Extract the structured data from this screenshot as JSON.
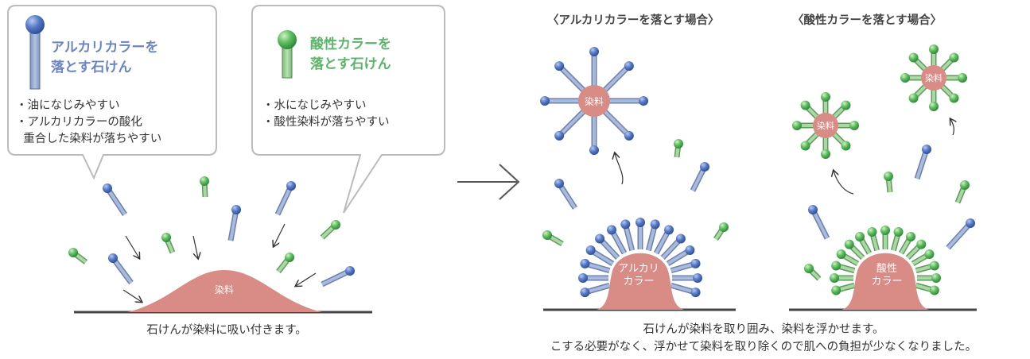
{
  "left_panel": {
    "alkali_soap": {
      "title_line1": "アルカリカラーを",
      "title_line2": "落とす石けん",
      "bullets": [
        "・油になじみやすい",
        "・アルカリカラーの酸化",
        "  重合した染料が落ちやすい"
      ],
      "color": "#6b85c4"
    },
    "acid_soap": {
      "title_line1": "酸性カラーを",
      "title_line2": "落とす石けん",
      "bullets": [
        "・水になじみやすい",
        "・酸性染料が落ちやすい"
      ],
      "color": "#5cb46a"
    },
    "dye_label": "染料",
    "caption": "石けんが染料に吸い付きます。"
  },
  "right_panel": {
    "heading_alkali": "〈アルカリカラーを落とす場合〉",
    "heading_acid": "〈酸性カラーを落とす場合〉",
    "micelle_label": "染料",
    "alkali_blob_line1": "アルカリ",
    "alkali_blob_line2": "カラー",
    "acid_blob_line1": "酸性",
    "acid_blob_line2": "カラー",
    "caption_line1": "石けんが染料を取り囲み、染料を浮かせます。",
    "caption_line2": "こする必要がなく、浮かせて染料を取り除くので肌への負担が少なくなりました。"
  },
  "colors": {
    "dye": "#d98b86",
    "blue_head": "#4d6fbf",
    "green_head": "#56b45c",
    "stick": "#8fa3c9",
    "green_stick": "#8ec98e"
  }
}
